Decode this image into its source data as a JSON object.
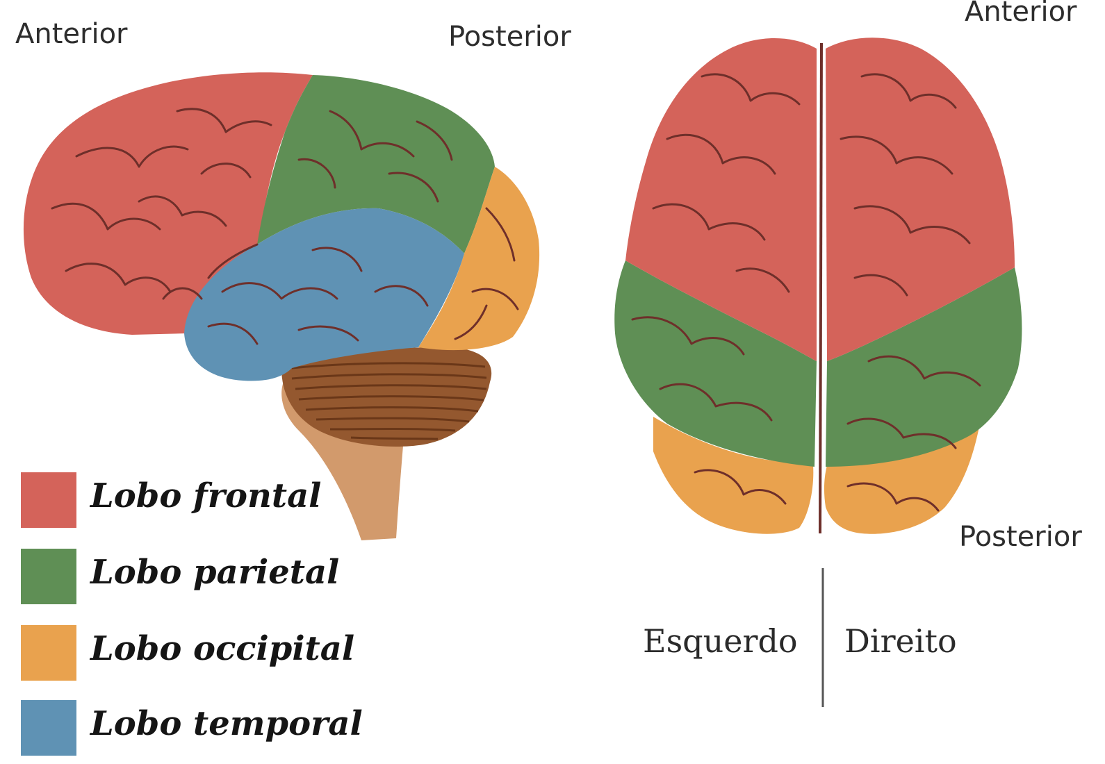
{
  "side_view": {
    "anterior_label": "Anterior",
    "posterior_label": "Posterior"
  },
  "top_view": {
    "anterior_label": "Anterior",
    "posterior_label": "Posterior",
    "left_label": "Esquerdo",
    "right_label": "Direito"
  },
  "legend": [
    {
      "label": "Lobo frontal",
      "color": "#d4635a"
    },
    {
      "label": "Lobo parietal",
      "color": "#5f8f55"
    },
    {
      "label": "Lobo occipital",
      "color": "#e9a24e"
    },
    {
      "label": "Lobo temporal",
      "color": "#5f92b4"
    }
  ],
  "colors": {
    "sulcus": "#6e2f2a",
    "cerebellum": "#94582f",
    "brainstem": "#d29a6c",
    "divider": "#555555"
  }
}
